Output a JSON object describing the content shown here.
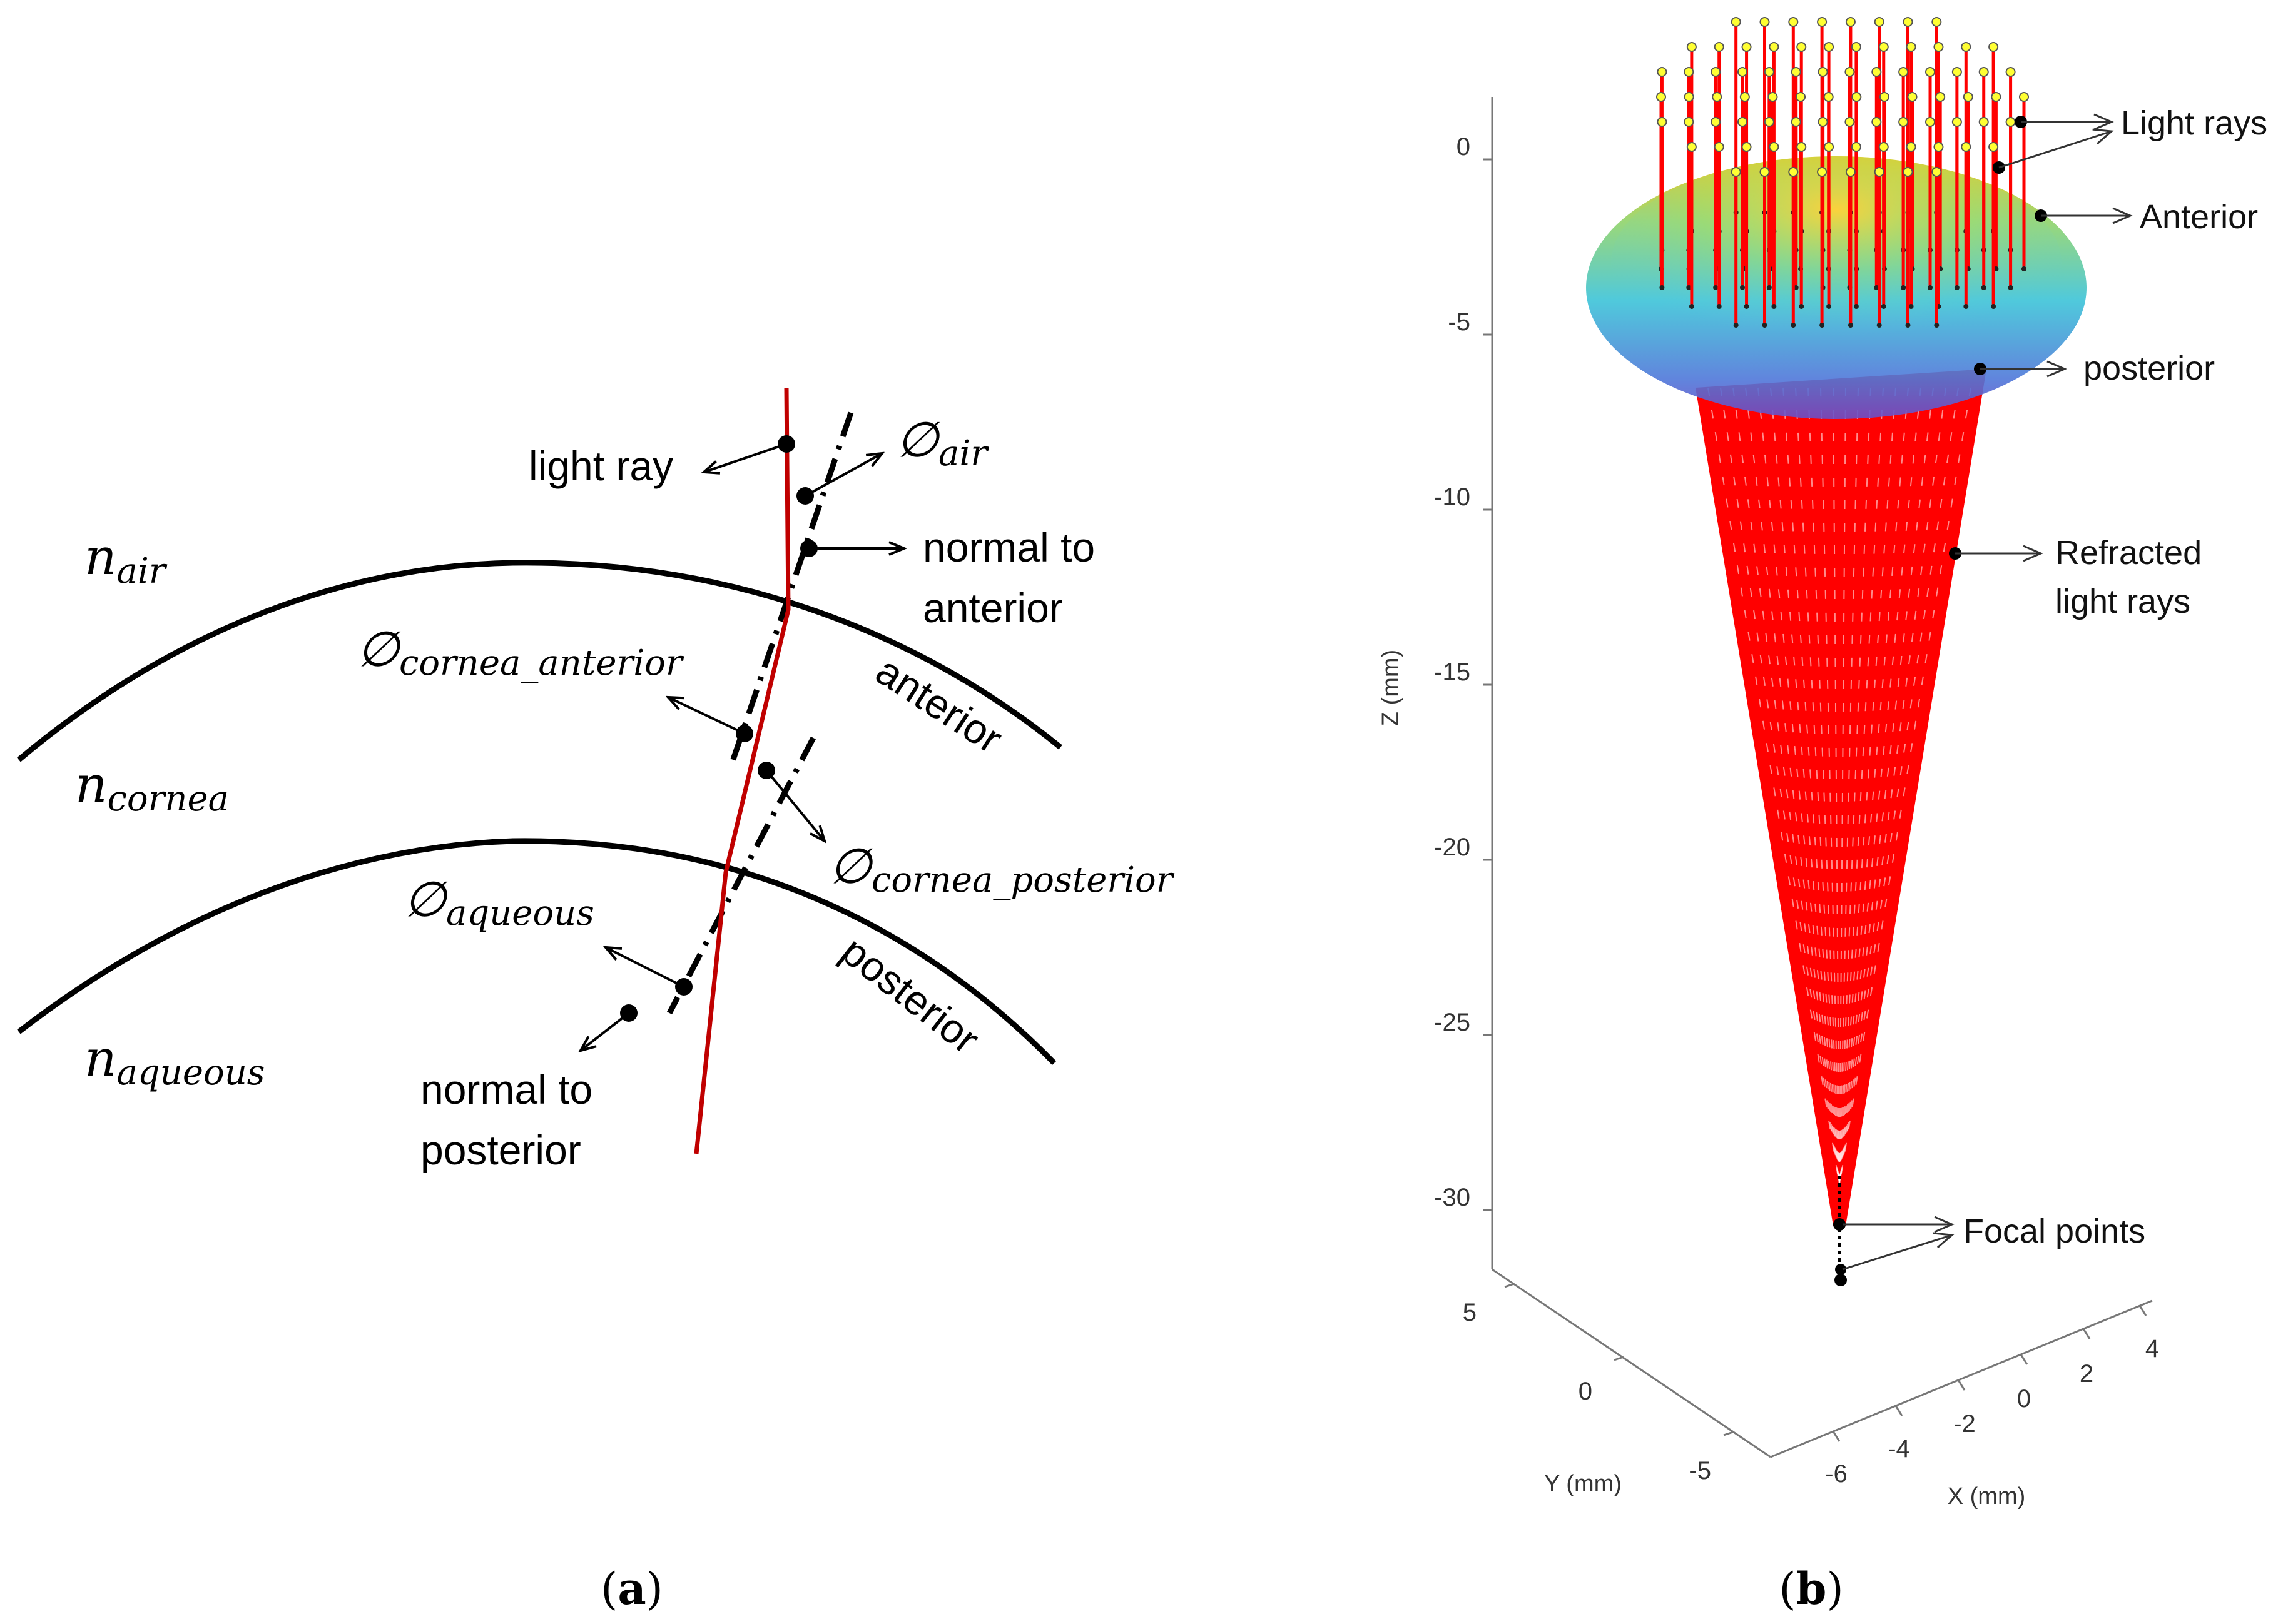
{
  "panel_a": {
    "caption_open": "(",
    "caption_letter": "a",
    "caption_close": ")",
    "labels": {
      "light_ray": "light ray",
      "phi_symbol": "∅",
      "phi_air_sub": "air",
      "normal_to_anterior_1": "normal to",
      "normal_to_anterior_2": "anterior",
      "phi_cornea_anterior_sub": "cornea_anterior",
      "anterior": "anterior",
      "phi_cornea_posterior_sub": "cornea_posterior",
      "phi_aqueous_sub": "aqueous",
      "posterior": "posterior",
      "normal_to_posterior_1": "normal to",
      "normal_to_posterior_2": "posterior",
      "n_symbol": "n",
      "n_air_sub": "air",
      "n_cornea_sub": "cornea",
      "n_aqueous_sub": "aqueous"
    },
    "colors": {
      "ray": "#c00000",
      "surface": "#000000"
    }
  },
  "panel_b": {
    "caption_open": "(",
    "caption_letter": "b",
    "caption_close": ")",
    "annotations": {
      "light_rays": "Light rays",
      "anterior": "Anterior",
      "posterior": "posterior",
      "refracted_1": "Refracted",
      "refracted_2": "light rays",
      "focal_points": "Focal points"
    },
    "axes": {
      "z_label": "Z (mm)",
      "y_label": "Y (mm)",
      "x_label": "X (mm)",
      "z_ticks": [
        "0",
        "-5",
        "-10",
        "-15",
        "-20",
        "-25",
        "-30"
      ],
      "y_ticks": [
        "5",
        "0",
        "-5"
      ],
      "x_ticks": [
        "-6",
        "-4",
        "-2",
        "0",
        "2",
        "4"
      ]
    },
    "colors": {
      "rays": "#ff0000",
      "ray_tips": "#ffff33",
      "axis": "#666666"
    }
  }
}
